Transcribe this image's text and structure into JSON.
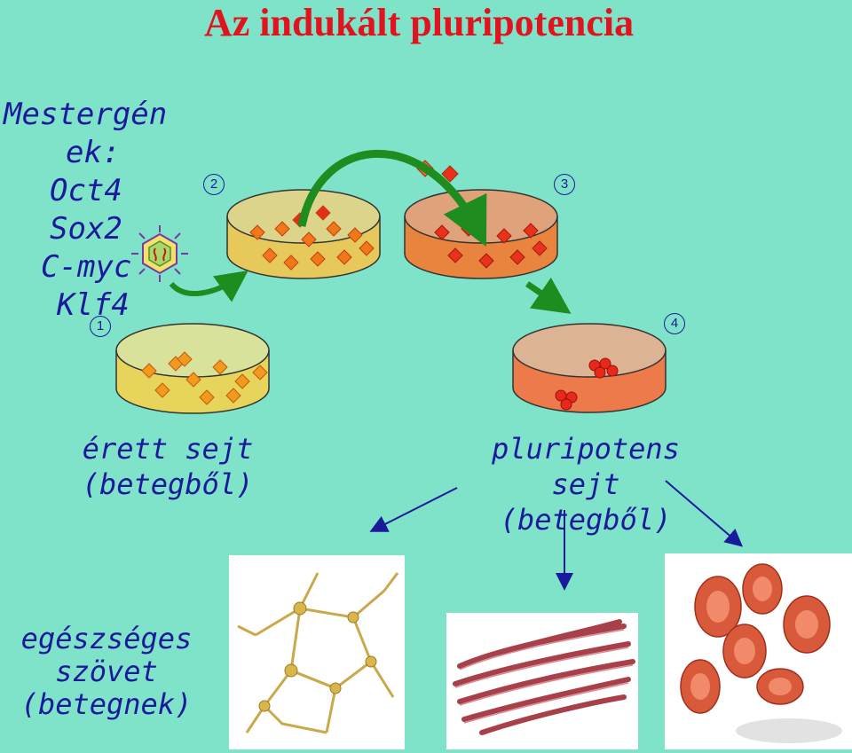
{
  "title": "Az indukált pluripotencia",
  "master_genes": {
    "heading_line1": "Mestergén",
    "heading_line2": "ek:",
    "genes": [
      "Oct4",
      "Sox2",
      "C-myc",
      "Klf4"
    ]
  },
  "steps": [
    "1",
    "2",
    "3",
    "4"
  ],
  "mature_cell": {
    "line1": "érett sejt",
    "line2": "(betegből)"
  },
  "pluripotent_cell": {
    "line1": "pluripotens",
    "line2": "sejt",
    "line3": "(betegből)"
  },
  "healthy_tissue": {
    "line1": "egészséges",
    "line2": "szövet",
    "line3": "(betegnek)"
  },
  "colors": {
    "background": "#7fe3c9",
    "title": "#e0141e",
    "text": "#1a1a9a",
    "arrow_green": "#1e8c1e"
  }
}
